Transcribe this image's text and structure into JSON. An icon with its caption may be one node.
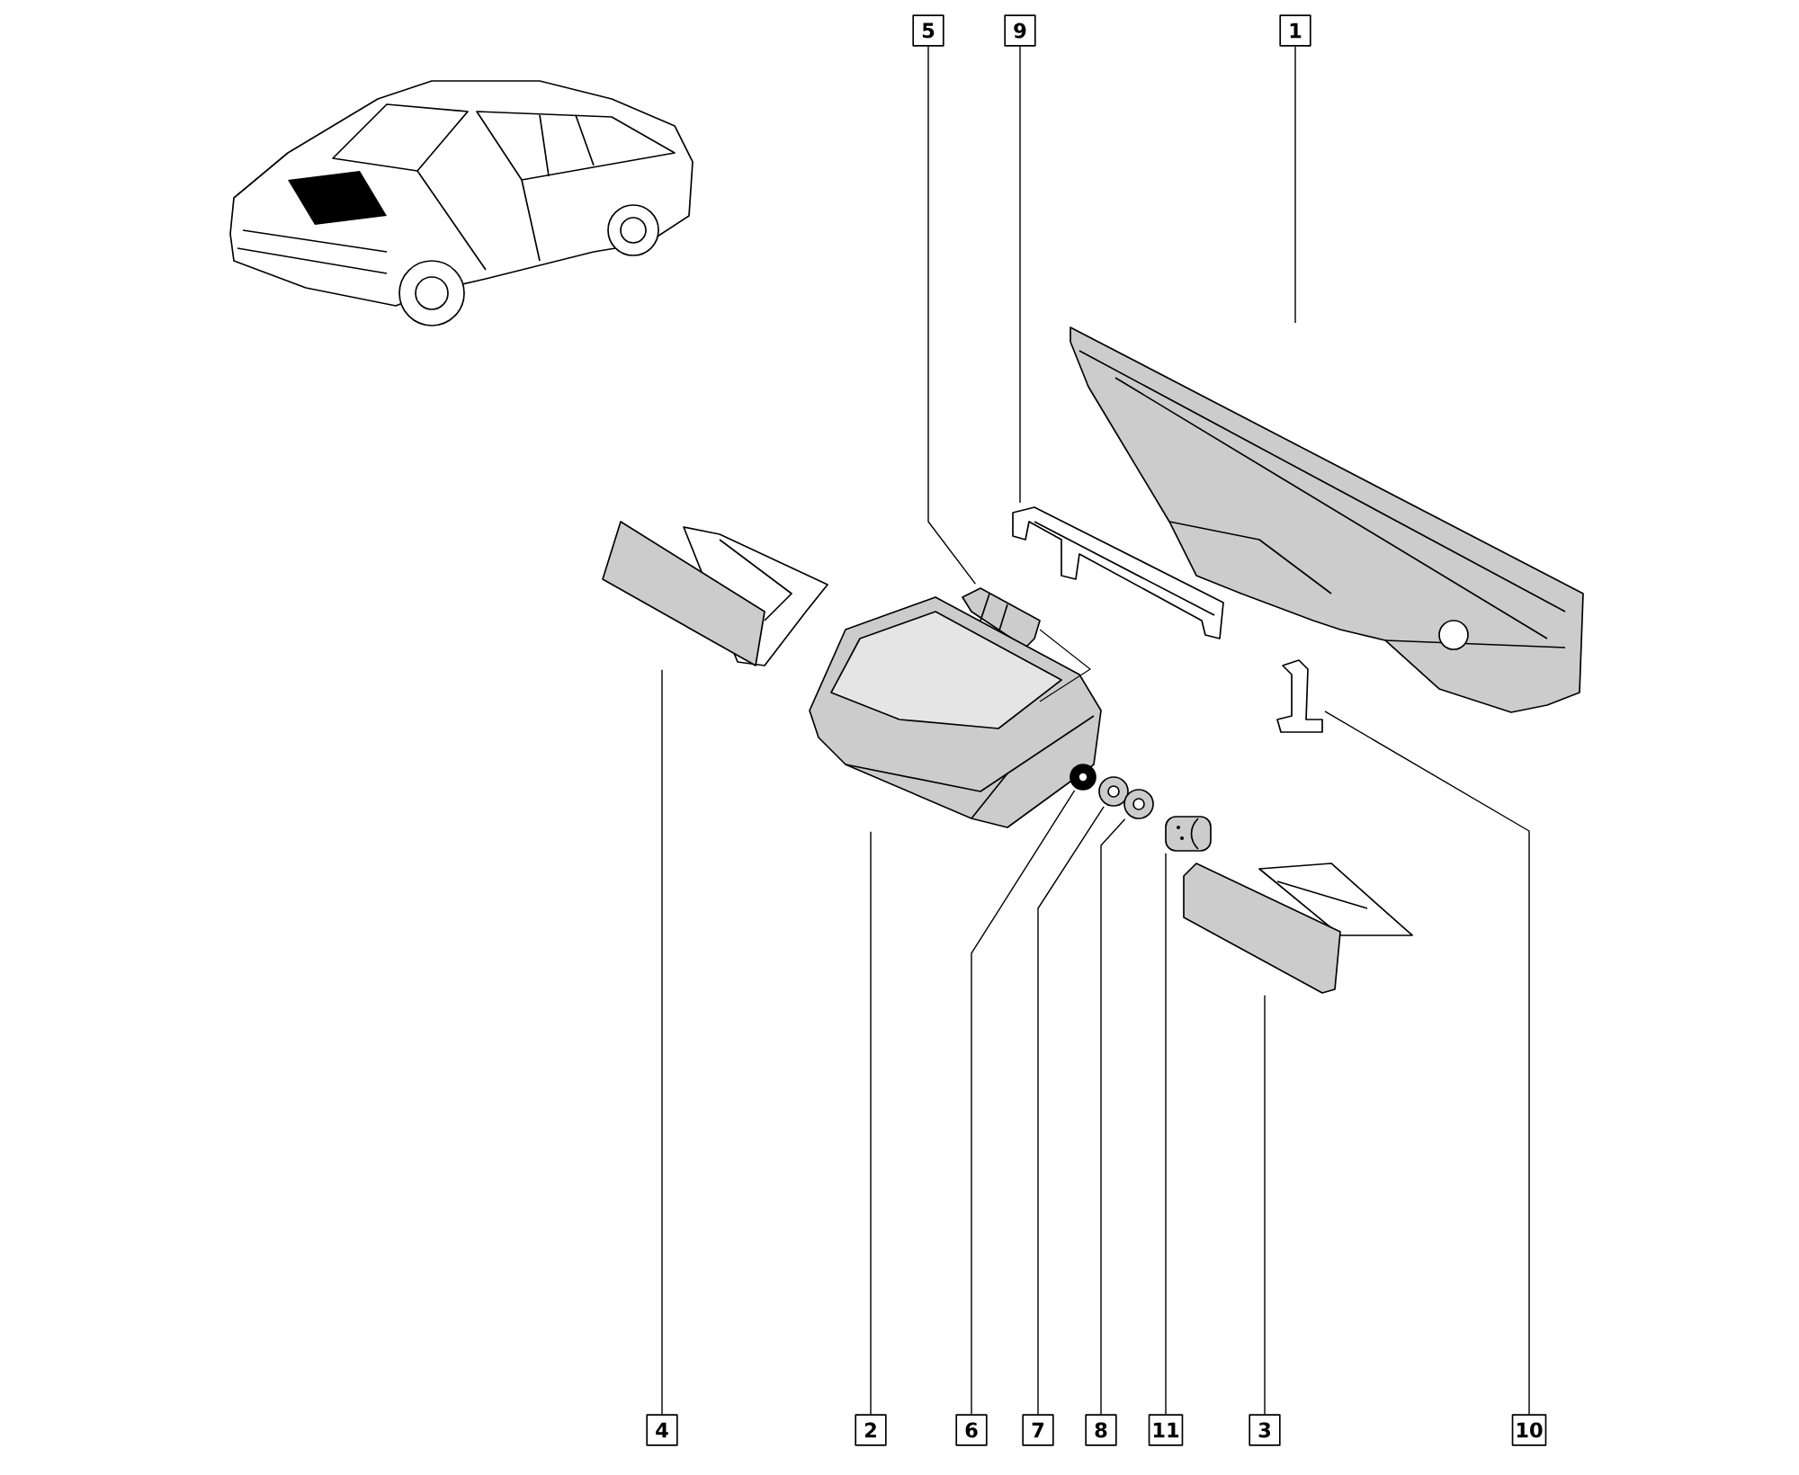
{
  "diagram": {
    "nodes": [
      {
        "text": [
          "5"
        ]
      },
      {
        "text": [
          "9"
        ]
      },
      {
        "text": [
          "1"
        ]
      },
      {
        "text": [
          "4"
        ]
      },
      {
        "text": [
          "2"
        ]
      },
      {
        "text": [
          "6"
        ]
      },
      {
        "text": [
          "7"
        ]
      },
      {
        "text": [
          "8"
        ]
      },
      {
        "text": [
          "11"
        ]
      },
      {
        "text": [
          "3"
        ]
      },
      {
        "text": [
          "10"
        ]
      },
      {
        "text": [],
        "shape": "picture"
      },
      {
        "text": [],
        "shape": "picture"
      },
      {
        "text": [],
        "shape": "picture"
      },
      {
        "text": [],
        "shape": "picture"
      },
      {
        "text": [],
        "shape": "picture"
      },
      {
        "text": [],
        "shape": "picture"
      },
      {
        "text": [],
        "shape": "picture"
      },
      {
        "text": [],
        "shape": "picture"
      },
      {
        "text": [],
        "shape": "picture"
      },
      {
        "text": [],
        "shape": "picture"
      },
      {
        "text": [],
        "shape": "picture"
      }
    ],
    "edges": [
      {
        "from": 0,
        "to": 13,
        "arrow": "none"
      },
      {
        "from": 1,
        "to": 12,
        "arrow": "none"
      },
      {
        "from": 2,
        "to": 11,
        "arrow": "none"
      },
      {
        "from": 3,
        "to": 14,
        "arrow": "none"
      },
      {
        "from": 4,
        "to": 15,
        "arrow": "none"
      },
      {
        "from": 5,
        "to": 16,
        "arrow": "none"
      },
      {
        "from": 6,
        "to": 17,
        "arrow": "none"
      },
      {
        "from": 7,
        "to": 18,
        "arrow": "none"
      },
      {
        "from": 8,
        "to": 19,
        "arrow": "none"
      },
      {
        "from": 9,
        "to": 20,
        "arrow": "none"
      },
      {
        "from": 10,
        "to": 21,
        "arrow": "none"
      }
    ]
  }
}
